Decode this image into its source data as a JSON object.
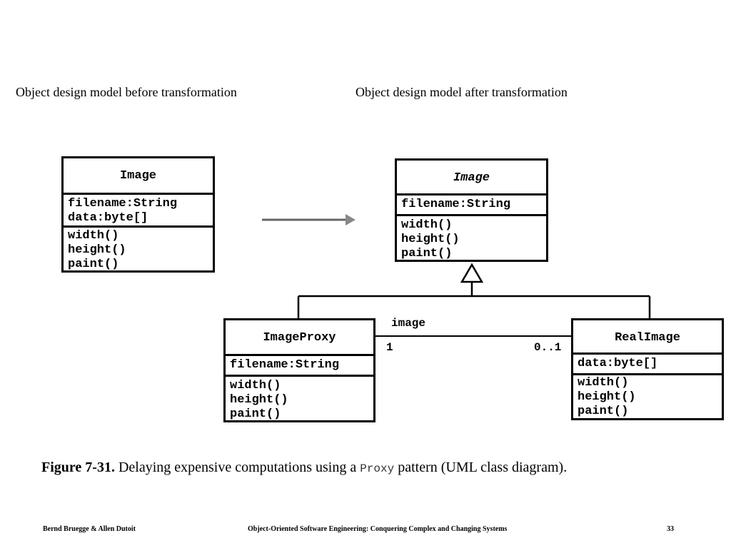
{
  "headings": {
    "before": "Object design model before transformation",
    "after": "Object design model after transformation"
  },
  "before_model": {
    "image_class": {
      "name": "Image",
      "attributes": [
        "filename:String",
        "data:byte[]"
      ],
      "operations": [
        "width()",
        "height()",
        "paint()"
      ]
    }
  },
  "after_model": {
    "image_class": {
      "name": "Image",
      "attributes": [
        "filename:String"
      ],
      "operations": [
        "width()",
        "height()",
        "paint()"
      ]
    },
    "proxy_class": {
      "name": "ImageProxy",
      "attributes": [
        "filename:String"
      ],
      "operations": [
        "width()",
        "height()",
        "paint()"
      ]
    },
    "real_class": {
      "name": "RealImage",
      "attributes": [
        "data:byte[]"
      ],
      "operations": [
        "width()",
        "height()",
        "paint()"
      ]
    },
    "association": {
      "role": "image",
      "mult_proxy": "1",
      "mult_real": "0..1"
    }
  },
  "caption": {
    "figure_label": "Figure 7-31.",
    "text_before": "Delaying expensive computations using a",
    "code": "Proxy",
    "text_after": "pattern (UML class diagram)."
  },
  "footer": {
    "authors": "Bernd Bruegge & Allen Dutoit",
    "book": "Object-Oriented Software Engineering: Conquering Complex and Changing Systems",
    "page": "33"
  }
}
